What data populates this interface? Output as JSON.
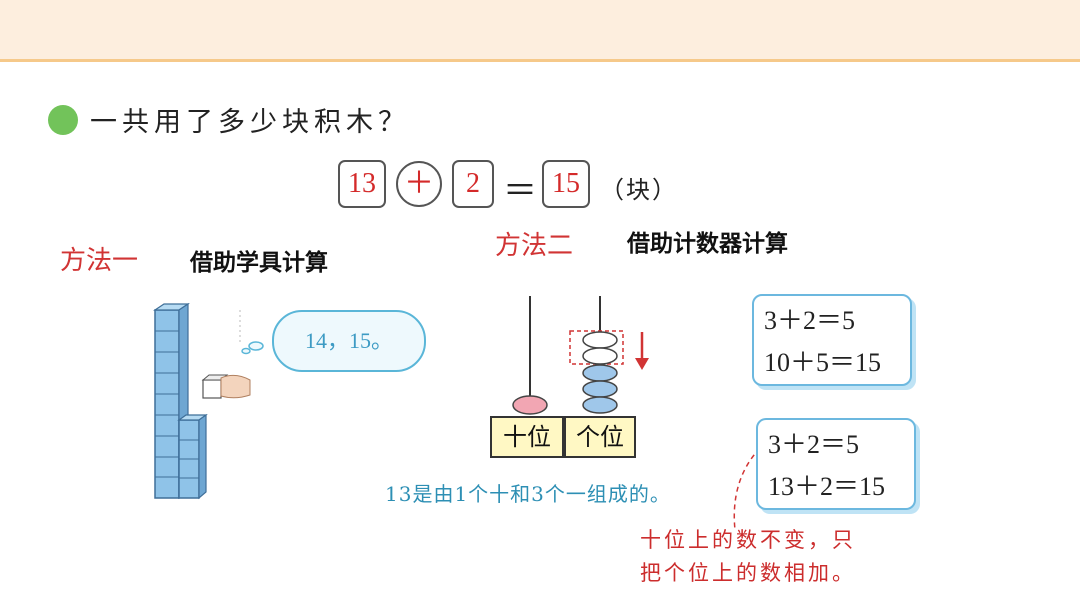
{
  "question": "一共用了多少块积木？",
  "equation": {
    "addend1": "13",
    "operator": "＋",
    "addend2": "2",
    "equals": "＝",
    "result": "15",
    "unit": "（块）"
  },
  "method1": {
    "label": "方法一",
    "description": "借助学具计算",
    "bubble_text": "14，15。"
  },
  "method2": {
    "label": "方法二",
    "description": "借助计数器计算",
    "tens_label": "十位",
    "ones_label": "个位",
    "note": "13是由1个十和3个一组成的。"
  },
  "calc1": {
    "line1": "3＋2＝5",
    "line2": "10＋5＝15"
  },
  "calc2": {
    "line1": "3＋2＝5",
    "line2": "13＋2＝15"
  },
  "red_note": {
    "line1": "十位上的数不变，只",
    "line2": "把个位上的数相加。"
  },
  "colors": {
    "accent_red": "#d42a2a",
    "blue": "#2d8fb4",
    "green_dot": "#72c35a",
    "header": "#fdeede"
  }
}
